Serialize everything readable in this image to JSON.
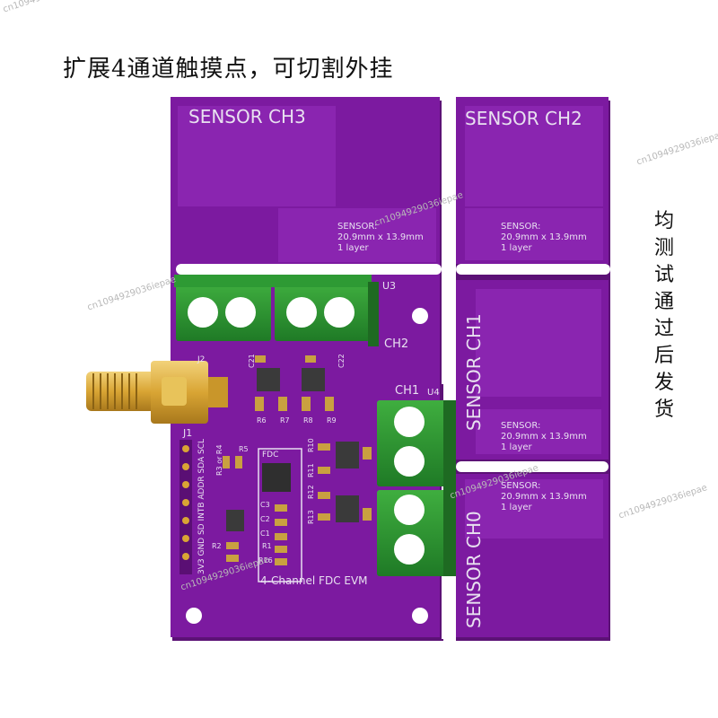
{
  "header": {
    "title": "扩展4通道触摸点，可切割外挂"
  },
  "side_note": {
    "chars": [
      "均",
      "测",
      "试",
      "通",
      "过",
      "后",
      "发",
      "货"
    ]
  },
  "watermark": "cn1094929036iepae",
  "board": {
    "pcb_color": "#7a1a9c",
    "sensor_ch3_label": "SENSOR CH3",
    "sensor_ch2_label": "SENSOR CH2",
    "sensor_ch1_label": "SENSOR CH1",
    "sensor_ch0_label": "SENSOR CH0",
    "sensor_spec": {
      "title": "SENSOR:",
      "size": "20.9mm x 13.9mm",
      "layers": "1 layer"
    },
    "connector_labels": {
      "ch2": "CH2",
      "ch1": "CH1",
      "u3": "U3",
      "u4": "U4",
      "j2": "J2",
      "j1": "J1"
    },
    "j1_pins": "3V3 GND  SD  INTB ADDR SDA SCL",
    "ic_label": "FDC",
    "evm_label": "4-Channel FDC EVM",
    "refdes": {
      "r5": "R5",
      "r3r4": "R3 or R4",
      "r2": "R2",
      "r1": "R1",
      "r16": "R16",
      "r6": "R6",
      "r7": "R7",
      "r8": "R8",
      "r9": "R9",
      "r10": "R10",
      "r11": "R11",
      "r12": "R12",
      "r13": "R13",
      "c3": "C3",
      "c2": "C2",
      "c1": "C1",
      "c21": "C21",
      "c22": "C22"
    }
  }
}
